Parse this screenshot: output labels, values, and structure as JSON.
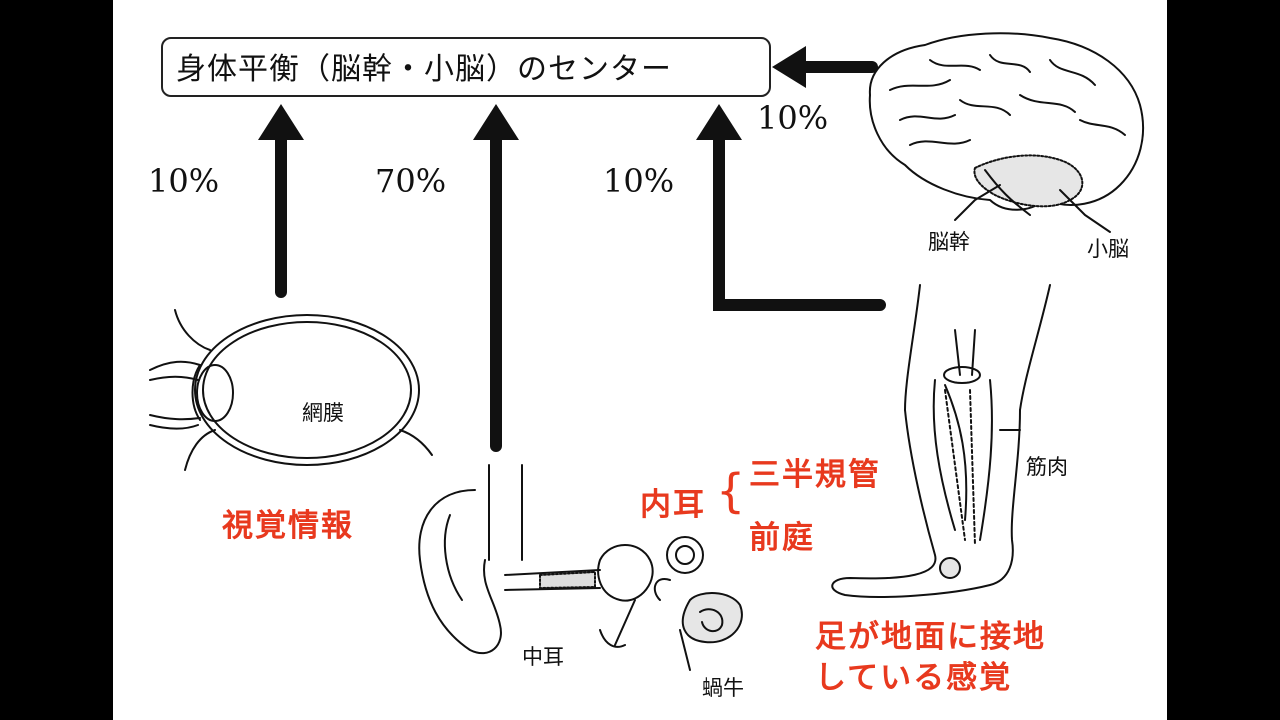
{
  "center_box": {
    "label": "身体平衡（脳幹・小脳）のセンター"
  },
  "percentages": {
    "eye": "10%",
    "ear": "70%",
    "muscle": "10%",
    "brain": "10%"
  },
  "labels": {
    "retina": "網膜",
    "brainstem": "脳幹",
    "cerebellum": "小脳",
    "muscle": "筋肉",
    "middle_ear": "中耳",
    "cochlea": "蝸牛"
  },
  "annotations": {
    "visual_info": "視覚情報",
    "inner_ear": "内耳",
    "brace": "{",
    "semicircular_canals": "三半規管",
    "vestibule": "前庭",
    "foot_contact_line1": "足が地面に接地",
    "foot_contact_line2": "している感覚"
  },
  "colors": {
    "annotation": "#e8391e",
    "line": "#111111",
    "frame": "#000000"
  }
}
